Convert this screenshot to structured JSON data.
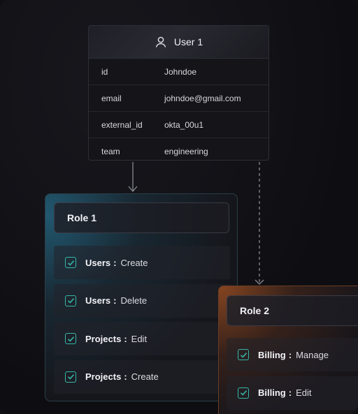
{
  "user": {
    "title": "User 1",
    "icon": "user-icon",
    "attributes": [
      {
        "key": "id",
        "value": "Johndoe"
      },
      {
        "key": "email",
        "value": "johndoe@gmail.com"
      },
      {
        "key": "external_id",
        "value": "okta_00u1"
      },
      {
        "key": "team",
        "value": "engineering"
      }
    ]
  },
  "roles": [
    {
      "title": "Role 1",
      "accent": "#2a7f9e",
      "permissions": [
        {
          "resource": "Users",
          "separator": ":",
          "action": "Create"
        },
        {
          "resource": "Users",
          "separator": ":",
          "action": "Delete"
        },
        {
          "resource": "Projects",
          "separator": ":",
          "action": "Edit"
        },
        {
          "resource": "Projects",
          "separator": ":",
          "action": "Create"
        }
      ]
    },
    {
      "title": "Role 2",
      "accent": "#b0602c",
      "permissions": [
        {
          "resource": "Billing",
          "separator": ":",
          "action": "Manage"
        },
        {
          "resource": "Billing",
          "separator": ":",
          "action": "Edit"
        }
      ]
    }
  ],
  "colors": {
    "check": "#36b7a9",
    "connector": "#8a8a94"
  }
}
